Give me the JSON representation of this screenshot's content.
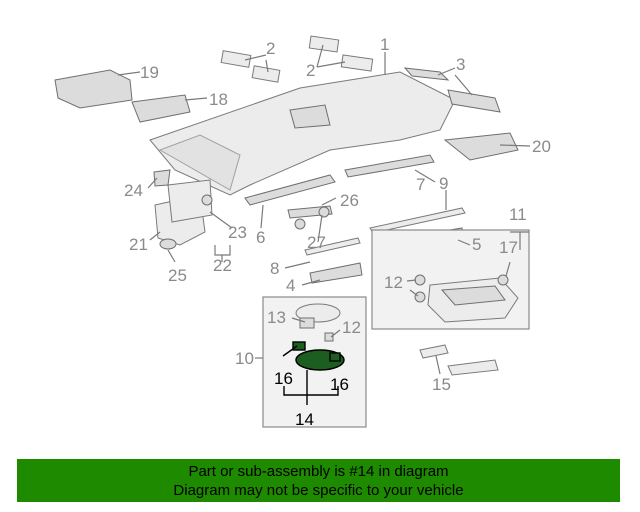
{
  "diagram": {
    "callouts": {
      "c1": "1",
      "c2a": "2",
      "c2b": "2",
      "c3": "3",
      "c4": "4",
      "c5": "5",
      "c6": "6",
      "c7": "7",
      "c8": "8",
      "c9": "9",
      "c10": "10",
      "c11": "11",
      "c12a": "12",
      "c12b": "12",
      "c13": "13",
      "c14": "14",
      "c15": "15",
      "c16a": "16",
      "c16b": "16",
      "c17": "17",
      "c18": "18",
      "c19": "19",
      "c20": "20",
      "c21": "21",
      "c22": "22",
      "c23": "23",
      "c24": "24",
      "c25": "25",
      "c26": "26",
      "c27": "27"
    },
    "highlight_color": "#1b5e20"
  },
  "banner": {
    "line1": "Part or sub-assembly is #14 in diagram",
    "line2": "Diagram may not be specific to your vehicle",
    "color": "#1e8a00"
  }
}
